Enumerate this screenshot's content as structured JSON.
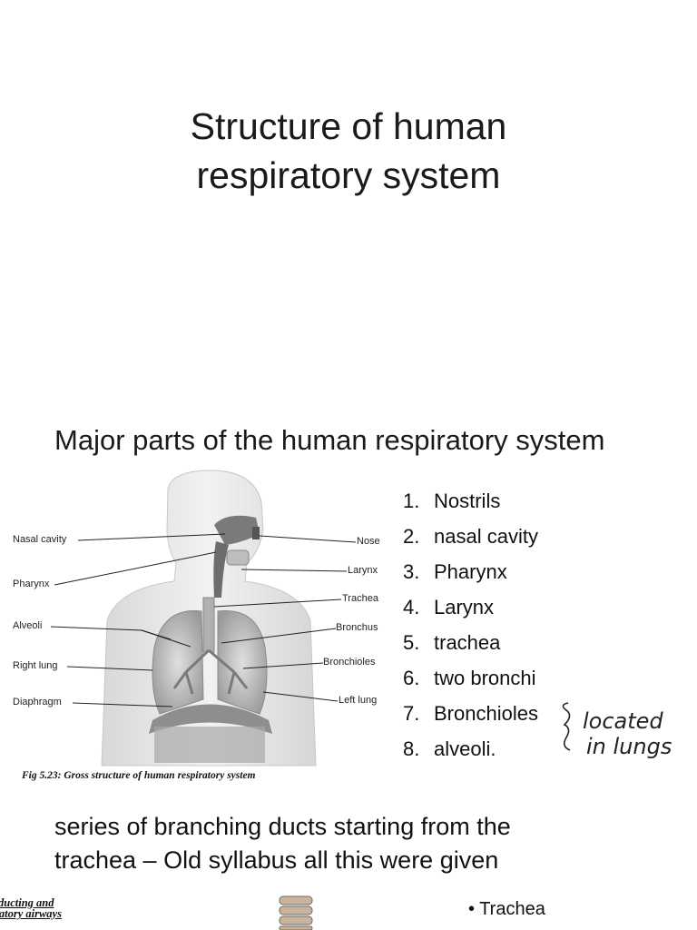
{
  "slide1": {
    "title_line1": "Structure of human",
    "title_line2": "respiratory system"
  },
  "slide2": {
    "heading": "Major parts of the human respiratory system",
    "figure": {
      "labels_left": [
        "Nasal cavity",
        "Pharynx",
        "Alveoli",
        "Right lung",
        "Diaphragm"
      ],
      "labels_right": [
        "Nose",
        "Larynx",
        "Trachea",
        "Bronchus",
        "Bronchioles",
        "Left lung"
      ],
      "caption": "Fig 5.23: Gross structure of human respiratory system"
    },
    "parts": [
      {
        "num": "1.",
        "text": "Nostrils"
      },
      {
        "num": "2.",
        "text": "nasal cavity"
      },
      {
        "num": "3.",
        "text": "Pharynx"
      },
      {
        "num": "4.",
        "text": "Larynx"
      },
      {
        "num": "5.",
        "text": "trachea"
      },
      {
        "num": "6.",
        "text": "two bronchi"
      },
      {
        "num": "7.",
        "text": "Bronchioles"
      },
      {
        "num": "8.",
        "text": " alveoli."
      }
    ],
    "handwritten_note_line1": "located",
    "handwritten_note_line2": "in lungs",
    "paragraph_line1": "series of branching ducts starting from the",
    "paragraph_line2": "trachea – Old syllabus all this were given"
  },
  "slide3_partial": {
    "left_label_line1": "ducting and",
    "left_label_line2": "ratory airways",
    "bullet": "• Trachea"
  }
}
